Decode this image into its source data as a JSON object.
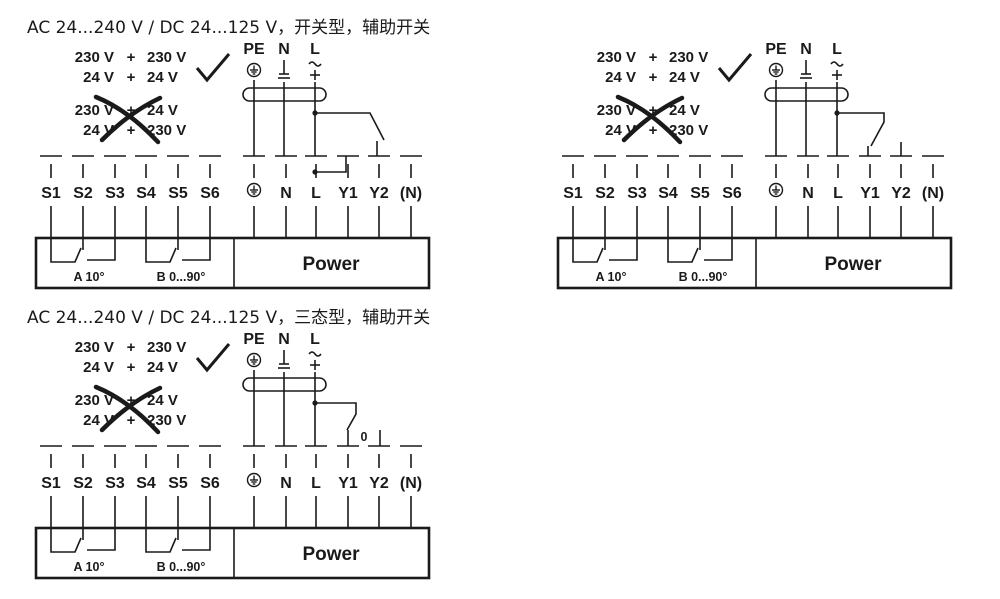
{
  "diagrams": [
    {
      "id": "onoff",
      "caption": "AC 24...240 V / DC 24...125 V，开关型，辅助开关",
      "voltage_ok": [
        "230 V",
        "+",
        "230 V",
        "24 V",
        "+",
        "24 V"
      ],
      "voltage_bad": [
        "230 V",
        "+",
        "24 V",
        "24 V",
        "+",
        "230 V"
      ],
      "supply_labels": [
        "PE",
        "N",
        "L"
      ],
      "aux_terminals": [
        "S1",
        "S2",
        "S3",
        "S4",
        "S5",
        "S6"
      ],
      "power_terminals": [
        "",
        "N",
        "L",
        "Y1",
        "Y2",
        "(N)"
      ],
      "switch_labels": [
        "A 10°",
        "B 0...90°"
      ],
      "power_label": "Power",
      "control": "two-position"
    },
    {
      "id": "onoff-2",
      "caption": "",
      "voltage_ok": [
        "230 V",
        "+",
        "230 V",
        "24 V",
        "+",
        "24 V"
      ],
      "voltage_bad": [
        "230 V",
        "+",
        "24 V",
        "24 V",
        "+",
        "230 V"
      ],
      "supply_labels": [
        "PE",
        "N",
        "L"
      ],
      "aux_terminals": [
        "S1",
        "S2",
        "S3",
        "S4",
        "S5",
        "S6"
      ],
      "power_terminals": [
        "",
        "N",
        "L",
        "Y1",
        "Y2",
        "(N)"
      ],
      "switch_labels": [
        "A 10°",
        "B 0...90°"
      ],
      "power_label": "Power",
      "control": "spdt"
    },
    {
      "id": "floating",
      "caption": "AC 24...240 V / DC 24...125 V，三态型，辅助开关",
      "voltage_ok": [
        "230 V",
        "+",
        "230 V",
        "24 V",
        "+",
        "24 V"
      ],
      "voltage_bad": [
        "230 V",
        "+",
        "24 V",
        "24 V",
        "+",
        "230 V"
      ],
      "supply_labels": [
        "PE",
        "N",
        "L"
      ],
      "aux_terminals": [
        "S1",
        "S2",
        "S3",
        "S4",
        "S5",
        "S6"
      ],
      "power_terminals": [
        "",
        "N",
        "L",
        "Y1",
        "Y2",
        "(N)"
      ],
      "switch_labels": [
        "A 10°",
        "B 0...90°"
      ],
      "power_label": "Power",
      "zero_label": "0",
      "control": "three-position"
    }
  ],
  "icons": {
    "ok_mark": "checkmark-icon",
    "bad_mark": "cross-icon",
    "earth": "earth-ground-icon",
    "neutral": "neutral-icon",
    "ac_dc": "ac-dc-icon"
  }
}
